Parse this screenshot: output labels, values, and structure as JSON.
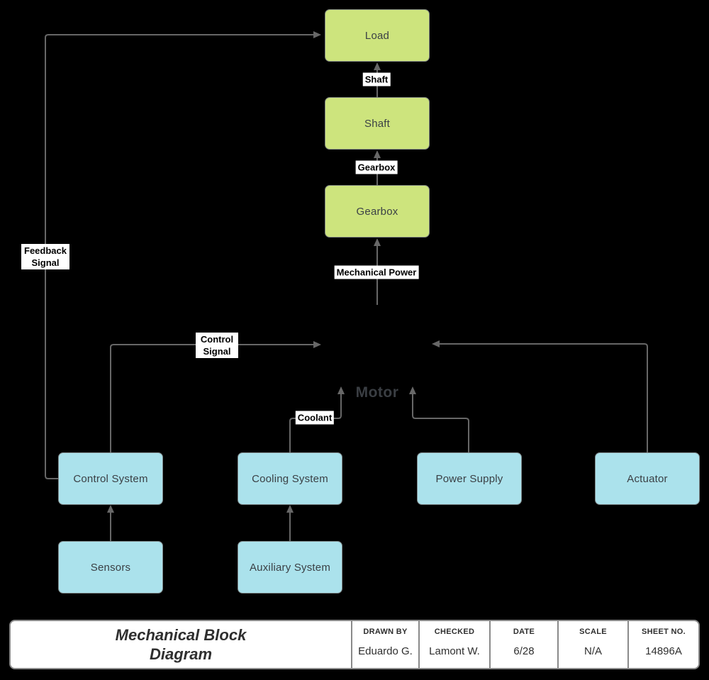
{
  "diagram": {
    "nodes": [
      {
        "id": "load",
        "label": "Load",
        "type": "mechanical"
      },
      {
        "id": "shaft",
        "label": "Shaft",
        "type": "mechanical"
      },
      {
        "id": "gearbox",
        "label": "Gearbox",
        "type": "mechanical"
      },
      {
        "id": "motor",
        "label": "Motor",
        "type": "center"
      },
      {
        "id": "control-system",
        "label": "Control System",
        "type": "system"
      },
      {
        "id": "cooling-system",
        "label": "Cooling System",
        "type": "system"
      },
      {
        "id": "power-supply",
        "label": "Power Supply",
        "type": "system"
      },
      {
        "id": "actuator",
        "label": "Actuator",
        "type": "system"
      },
      {
        "id": "sensors",
        "label": "Sensors",
        "type": "system"
      },
      {
        "id": "auxiliary-system",
        "label": "Auxiliary System",
        "type": "system"
      }
    ],
    "edge_labels": [
      {
        "id": "shaft-edge",
        "text": "Shaft"
      },
      {
        "id": "gearbox-edge",
        "text": "Gearbox"
      },
      {
        "id": "mechanical-power-edge",
        "text": "Mechanical Power"
      },
      {
        "id": "feedback-signal-edge",
        "text": "Feedback Signal"
      },
      {
        "id": "control-signal-edge",
        "text": "Control Signal"
      },
      {
        "id": "coolant-edge",
        "text": "Coolant"
      }
    ],
    "colors": {
      "background": "#000000",
      "mechanical_fill": "#cde47d",
      "system_fill": "#abe2ec",
      "node_border": "#7f8580",
      "connector": "#676767",
      "node_text": "#3b4045",
      "edge_label_bg": "#ffffff",
      "edge_label_text": "#000000"
    }
  },
  "title_block": {
    "title": "Mechanical Block Diagram",
    "fields": [
      {
        "label": "DRAWN BY",
        "value": "Eduardo G."
      },
      {
        "label": "CHECKED",
        "value": "Lamont W."
      },
      {
        "label": "DATE",
        "value": "6/28"
      },
      {
        "label": "SCALE",
        "value": "N/A"
      },
      {
        "label": "SHEET NO.",
        "value": "14896A"
      }
    ]
  }
}
